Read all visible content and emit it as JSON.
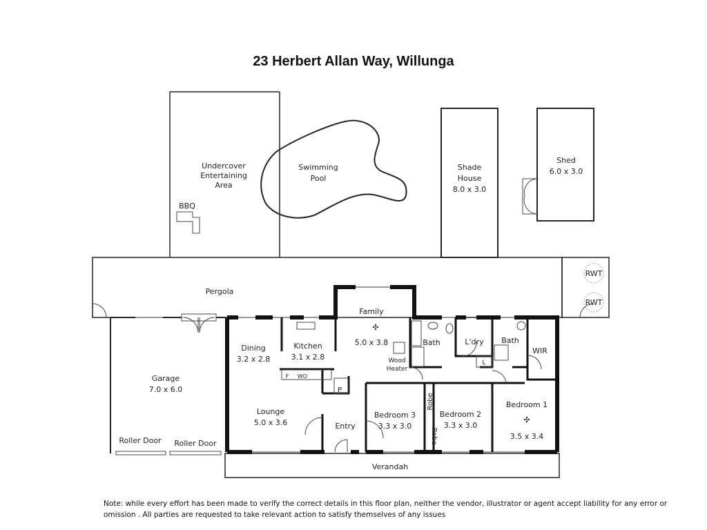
{
  "title": "23 Herbert Allan Way, Willunga",
  "outdoor": {
    "undercover": [
      "Undercover",
      "Entertaining",
      "Area"
    ],
    "bbq": "BBQ",
    "pool": [
      "Swimming",
      "Pool"
    ],
    "shade_house": [
      "Shade",
      "House",
      "8.0 x 3.0"
    ],
    "shed": [
      "Shed",
      "6.0 x 3.0"
    ],
    "pergola": "Pergola",
    "rwt": [
      "RWT",
      "RWT"
    ],
    "garage": [
      "Garage",
      "7.0 x 6.0"
    ],
    "roller_doors": [
      "Roller Door",
      "Roller Door"
    ],
    "verandah": "Verandah"
  },
  "rooms": {
    "family": [
      "Family",
      "5.0 x 3.8"
    ],
    "wood_heater": [
      "Wood",
      "Heater"
    ],
    "dining": [
      "Dining",
      "3.2 x 2.8"
    ],
    "kitchen": [
      "Kitchen",
      "3.1 x 2.8"
    ],
    "fridge": "F",
    "wo": "WO",
    "pantry": "P",
    "lounge": [
      "Lounge",
      "5.0 x 3.6"
    ],
    "entry": "Entry",
    "bath1": "Bath",
    "laundry": "L'dry",
    "linen": "L",
    "bath2": "Bath",
    "wir": "WIR",
    "bedroom3": [
      "Bedroom 3",
      "3.3 x 3.0"
    ],
    "robe": [
      "Robe",
      "Robe"
    ],
    "bedroom2": [
      "Bedroom 2",
      "3.3 x 3.0"
    ],
    "bedroom1": [
      "Bedroom 1",
      "3.5 x 3.4"
    ]
  },
  "note": "Note: while every effort has been made to verify the correct details in this floor plan, neither the vendor, illustrator or agent accept liability for any error or omission . All  parties are requested to take relevant action to satisfy themselves of any issues"
}
